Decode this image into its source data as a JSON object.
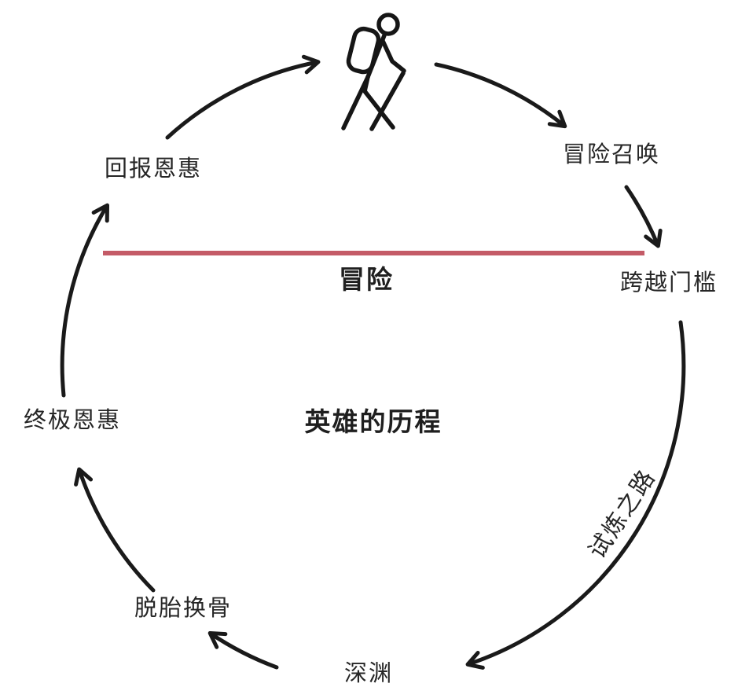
{
  "diagram": {
    "title": "英雄的历程",
    "adventure_label": "冒险",
    "stages": [
      {
        "id": "call-to-adventure",
        "label": "冒险召唤"
      },
      {
        "id": "crossing-threshold",
        "label": "跨越门槛"
      },
      {
        "id": "road-of-trials",
        "label": "试炼之路"
      },
      {
        "id": "abyss",
        "label": "深渊"
      },
      {
        "id": "transformation",
        "label": "脱胎换骨"
      },
      {
        "id": "ultimate-boon",
        "label": "终极恩惠"
      },
      {
        "id": "return-with-boon",
        "label": "回报恩惠"
      }
    ],
    "icon": "hiker-icon",
    "colors": {
      "stroke": "#1a1a1a",
      "adventure_line": "#c45b67",
      "background": "#ffffff"
    }
  }
}
